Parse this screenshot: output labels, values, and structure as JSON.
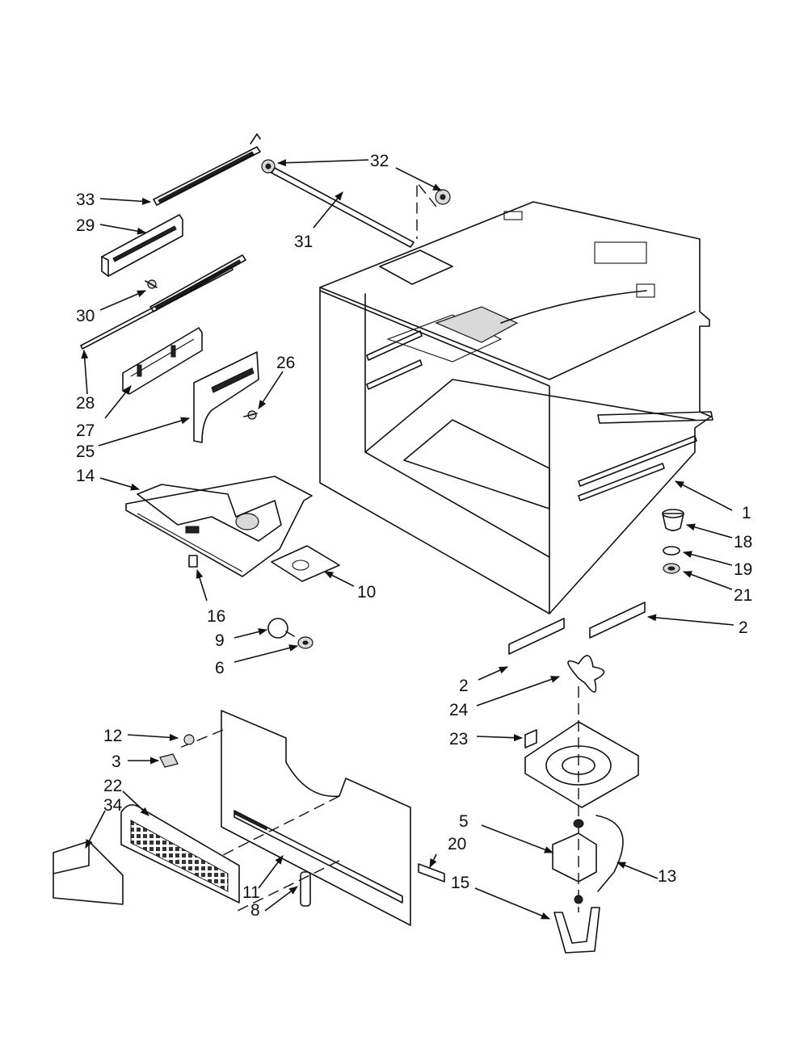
{
  "callouts": [
    {
      "id": "c33",
      "label": "33"
    },
    {
      "id": "c29",
      "label": "29"
    },
    {
      "id": "c30",
      "label": "30"
    },
    {
      "id": "c28",
      "label": "28"
    },
    {
      "id": "c27",
      "label": "27"
    },
    {
      "id": "c25",
      "label": "25"
    },
    {
      "id": "c26",
      "label": "26"
    },
    {
      "id": "c32",
      "label": "32"
    },
    {
      "id": "c31",
      "label": "31"
    },
    {
      "id": "c14",
      "label": "14"
    },
    {
      "id": "c16",
      "label": "16"
    },
    {
      "id": "c10",
      "label": "10"
    },
    {
      "id": "c9",
      "label": "9"
    },
    {
      "id": "c6",
      "label": "6"
    },
    {
      "id": "c1",
      "label": "1"
    },
    {
      "id": "c18",
      "label": "18"
    },
    {
      "id": "c19",
      "label": "19"
    },
    {
      "id": "c21",
      "label": "21"
    },
    {
      "id": "c2a",
      "label": "2"
    },
    {
      "id": "c2b",
      "label": "2"
    },
    {
      "id": "c24",
      "label": "24"
    },
    {
      "id": "c23",
      "label": "23"
    },
    {
      "id": "c12",
      "label": "12"
    },
    {
      "id": "c3",
      "label": "3"
    },
    {
      "id": "c22",
      "label": "22"
    },
    {
      "id": "c34",
      "label": "34"
    },
    {
      "id": "c11",
      "label": "11"
    },
    {
      "id": "c8",
      "label": "8"
    },
    {
      "id": "c20",
      "label": "20"
    },
    {
      "id": "c5",
      "label": "5"
    },
    {
      "id": "c13",
      "label": "13"
    },
    {
      "id": "c15",
      "label": "15"
    }
  ]
}
